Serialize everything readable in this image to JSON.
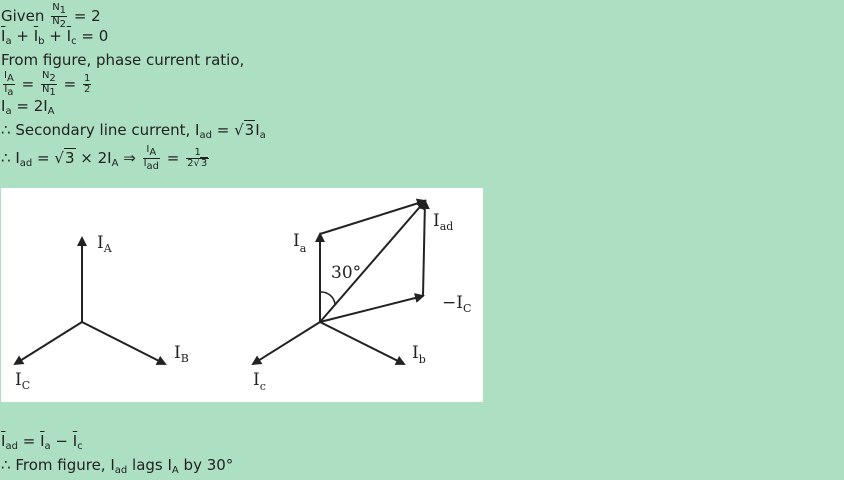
{
  "given_prefix": "Given",
  "frac_n": {
    "num": "N",
    "num_sub": "1",
    "den": "N",
    "den_sub": "2"
  },
  "eq_2": "= 2",
  "sum_eq": {
    "a": "I",
    "a_sub": "a",
    "b": "I",
    "b_sub": "b",
    "c": "I",
    "c_sub": "c",
    "plus": "+",
    "eq": "= 0"
  },
  "from_fig_ratio": "From figure, phase current ratio,",
  "ratio_eq": {
    "A": "I",
    "A_sub": "A",
    "a": "I",
    "a_sub": "a",
    "N2": "N",
    "N2_sub": "2",
    "N1": "N",
    "N1_sub": "1",
    "one": "1",
    "two": "2",
    "eq": "="
  },
  "ia_eq": {
    "lhs": "I",
    "lhs_sub": "a",
    "rhs": "= 2I",
    "rhs_sub": "A"
  },
  "sec_line": {
    "therefore": "∴",
    "text": "Secondary line current, I",
    "sub": "ad",
    "eq": "=",
    "root": "3",
    "tail": "I",
    "tail_sub": "a"
  },
  "iad_line": {
    "therefore": "∴",
    "I": "I",
    "I_sub": "ad",
    "eq": "=",
    "root": "3",
    "mul": "× 2I",
    "mul_sub": "A",
    "implies": "⇒",
    "fA": "I",
    "fA_sub": "A",
    "fB": "I",
    "fB_sub": "ad",
    "one": "1",
    "two": "2",
    "root2": "3"
  },
  "figure": {
    "IA": "I",
    "IA_sub": "A",
    "IB": "I",
    "IB_sub": "B",
    "IC": "I",
    "IC_sub": "C",
    "Ia": "I",
    "Ia_sub": "a",
    "Ib": "I",
    "Ib_sub": "b",
    "Ic": "I",
    "Ic_sub": "c",
    "Iad": "I",
    "Iad_sub": "ad",
    "minusIC": "−I",
    "minusIC_sub": "C",
    "angle": "30°"
  },
  "iad_vec": {
    "lhs": "I",
    "lhs_sub": "ad",
    "eq": "=",
    "a": "I",
    "a_sub": "a",
    "minus": "−",
    "c": "I",
    "c_sub": "c"
  },
  "lags_line": {
    "therefore": "∴",
    "text": "From figure, I",
    "sub": "ad",
    "mid": "lags I",
    "sub2": "A",
    "tail": "by 30°"
  }
}
